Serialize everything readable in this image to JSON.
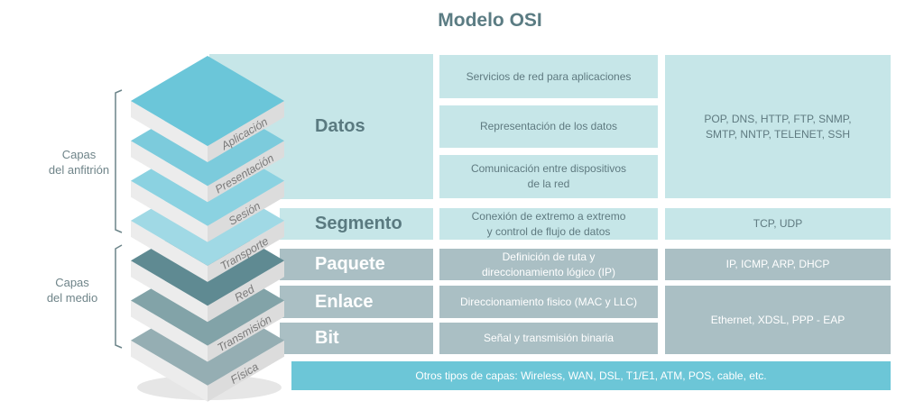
{
  "title": "Modelo OSI",
  "groups": {
    "host": "Capas\ndel anfitrión",
    "media": "Capas\ndel medio"
  },
  "layers": [
    {
      "name": "Aplicación",
      "color": "#6bc6d9"
    },
    {
      "name": "Presentación",
      "color": "#7ccbdc"
    },
    {
      "name": "Sesión",
      "color": "#8bd2e1"
    },
    {
      "name": "Transporte",
      "color": "#a0d9e5"
    },
    {
      "name": "Red",
      "color": "#5f8a92"
    },
    {
      "name": "Transmisión",
      "color": "#82a3a8"
    },
    {
      "name": "Física",
      "color": "#95aeb3"
    }
  ],
  "units": {
    "datos": "Datos",
    "segmento": "Segmento",
    "paquete": "Paquete",
    "enlace": "Enlace",
    "bit": "Bit"
  },
  "functions": [
    "Servicios de red para aplicaciones",
    "Representación de los datos",
    "Comunicación entre dispositivos\nde la red",
    "Conexión de extremo a extremo\ny control de flujo de datos",
    "Definición de ruta y\ndireccionamiento lógico (IP)",
    "Direccionamiento fisico (MAC y LLC)",
    "Señal y transmisión binaria"
  ],
  "protocols": {
    "upper": "POP, DNS, HTTP, FTP, SNMP,\nSMTP, NNTP, TELENET, SSH",
    "transport": "TCP, UDP",
    "network": "IP, ICMP, ARP, DHCP",
    "link": "Ethernet, XDSL, PPP - EAP"
  },
  "other": "Otros tipos de capas: Wireless, WAN, DSL, T1/E1, ATM, POS, cable, etc."
}
